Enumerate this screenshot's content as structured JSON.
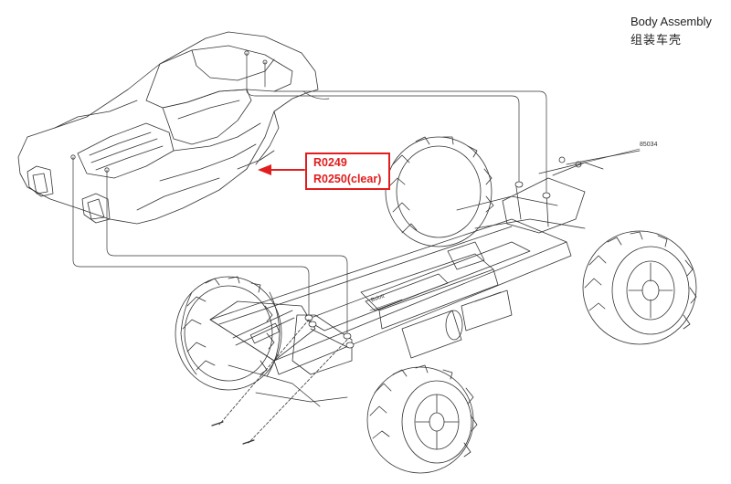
{
  "diagram": {
    "title": "Body Assembly",
    "title_cn": "组装车壳",
    "callout": {
      "part_1": "R0249",
      "part_2": "R0250(clear)",
      "color": "#e21d1d"
    },
    "part_label_small": "85034",
    "truck_label": "Bslott",
    "line_color": "#333333"
  }
}
